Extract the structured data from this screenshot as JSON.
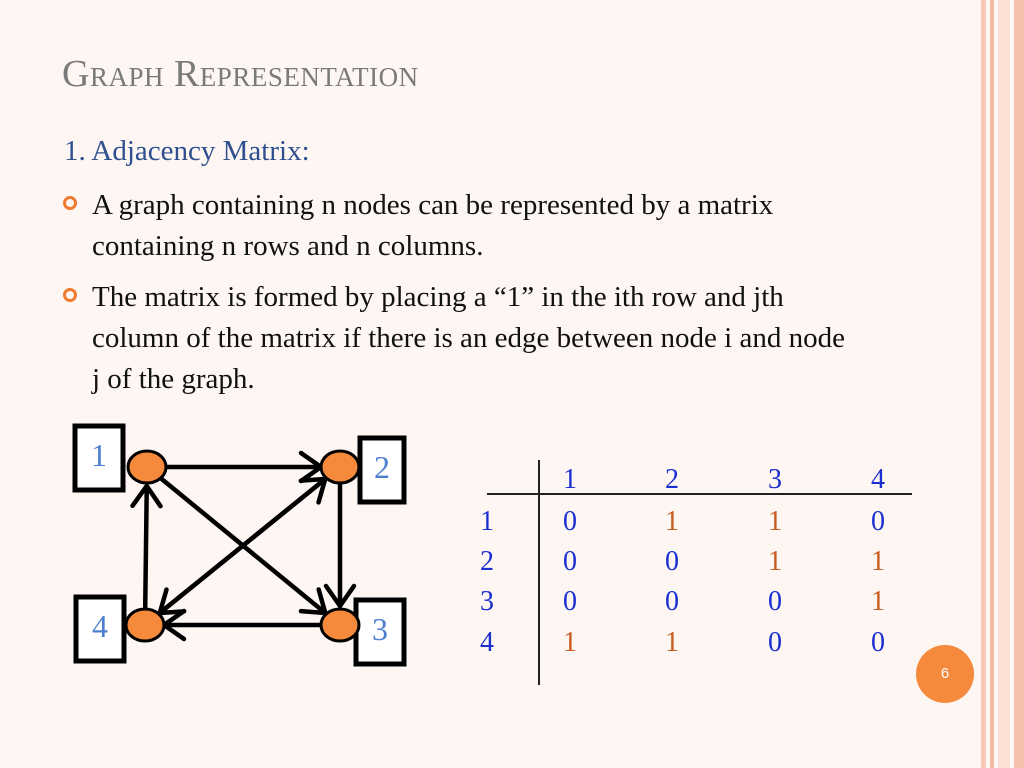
{
  "slide": {
    "title": "Graph Representation",
    "subheading": "1. Adjacency Matrix:",
    "bullets": [
      "A graph containing n nodes can be represented by a matrix containing n rows and n columns.",
      "The matrix is formed by placing a “1” in the ith row and jth column of the matrix if there is an edge between node i and node j of the graph."
    ],
    "page_number": "6"
  },
  "graph": {
    "nodes": [
      {
        "id": "1",
        "label": "1"
      },
      {
        "id": "2",
        "label": "2"
      },
      {
        "id": "3",
        "label": "3"
      },
      {
        "id": "4",
        "label": "4"
      }
    ],
    "edges": [
      {
        "from": "1",
        "to": "2"
      },
      {
        "from": "1",
        "to": "3"
      },
      {
        "from": "2",
        "to": "3"
      },
      {
        "from": "2",
        "to": "4"
      },
      {
        "from": "3",
        "to": "4"
      },
      {
        "from": "4",
        "to": "1"
      },
      {
        "from": "4",
        "to": "2"
      }
    ],
    "node_color": "#f58a3c",
    "label_color": "#4f7fd0"
  },
  "matrix": {
    "col_headers": [
      "1",
      "2",
      "3",
      "4"
    ],
    "row_headers": [
      "1",
      "2",
      "3",
      "4"
    ],
    "rows": [
      [
        "0",
        "1",
        "1",
        "0"
      ],
      [
        "0",
        "0",
        "1",
        "1"
      ],
      [
        "0",
        "0",
        "0",
        "1"
      ],
      [
        "1",
        "1",
        "0",
        "0"
      ]
    ],
    "one_color": "#c85a1e",
    "zero_color": "#1a2fd0",
    "header_color": "#1a2fd0"
  },
  "colors": {
    "title": "#7a7a7a",
    "subheading": "#2f4f8f",
    "bullet_marker": "#f07b2f",
    "stripe_dark": "#f2b9a3",
    "stripe_light": "#fbe0d5"
  }
}
